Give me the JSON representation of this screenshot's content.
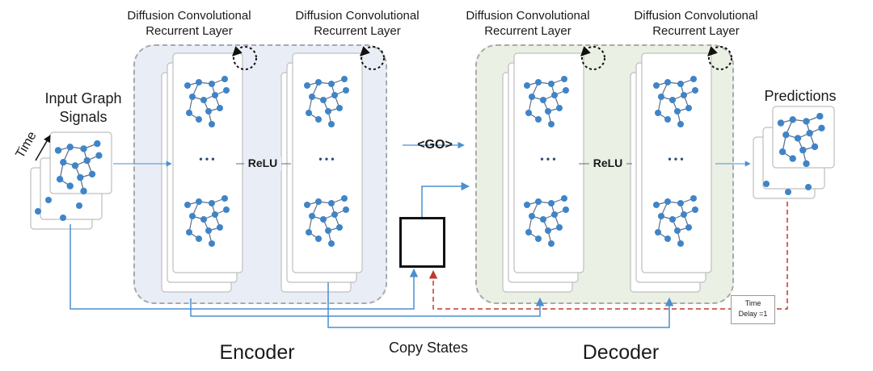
{
  "layers": {
    "enc1_title": "Diffusion Convolutional\nRecurrent Layer",
    "enc2_title": "Diffusion Convolutional\nRecurrent Layer",
    "dec1_title": "Diffusion Convolutional\nRecurrent Layer",
    "dec2_title": "Diffusion Convolutional\nRecurrent Layer"
  },
  "input": {
    "title": "Input Graph\nSignals",
    "time_label": "Time"
  },
  "output": {
    "title": "Predictions"
  },
  "relu_enc": "ReLU",
  "relu_dec": "ReLU",
  "go_token": "<GO>",
  "ellipsis": "• • •",
  "time_delay": {
    "line1": "Time",
    "line2": "Delay =1"
  },
  "bottom": {
    "encoder": "Encoder",
    "copy_states": "Copy States",
    "decoder": "Decoder"
  },
  "colors": {
    "node": "#3f84c8",
    "edge": "#5c6f86",
    "arrow": "#4a8fd0",
    "dashed_red": "#c0392b"
  }
}
